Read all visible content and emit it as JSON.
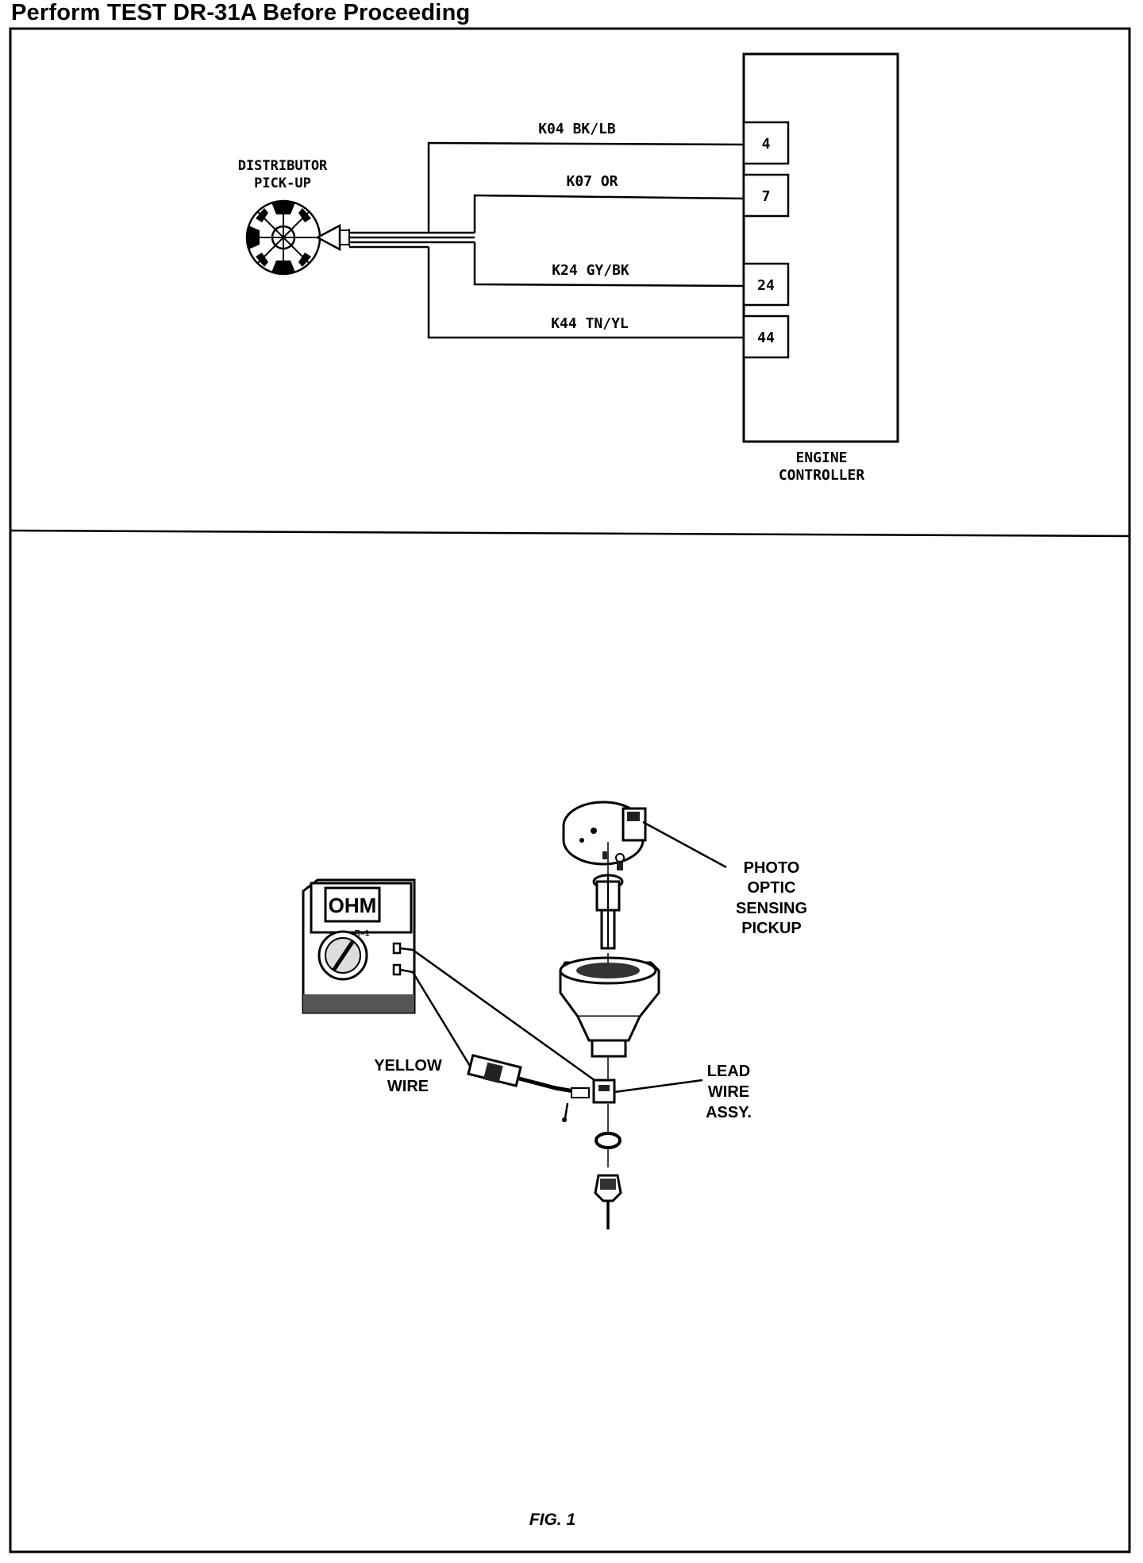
{
  "header": {
    "title": "Perform TEST DR-31A Before Proceeding"
  },
  "schematic": {
    "pickup_label": [
      "DISTRIBUTOR",
      "PICK-UP"
    ],
    "controller_label": [
      "ENGINE",
      "CONTROLLER"
    ],
    "wires": [
      {
        "label": "K04  BK/LB",
        "pin": "4"
      },
      {
        "label": "K07  OR",
        "pin": "7"
      },
      {
        "label": "K24  GY/BK",
        "pin": "24"
      },
      {
        "label": "K44  TN/YL",
        "pin": "44"
      }
    ]
  },
  "illustration": {
    "meter_display": "OHM",
    "meter_range": "R×1",
    "callouts": {
      "photo_optic": [
        "PHOTO",
        "OPTIC",
        "SENSING",
        "PICKUP"
      ],
      "yellow_wire": [
        "YELLOW",
        "WIRE"
      ],
      "lead_wire": [
        "LEAD",
        "WIRE",
        "ASSY."
      ]
    },
    "figure_caption": "FIG. 1"
  }
}
